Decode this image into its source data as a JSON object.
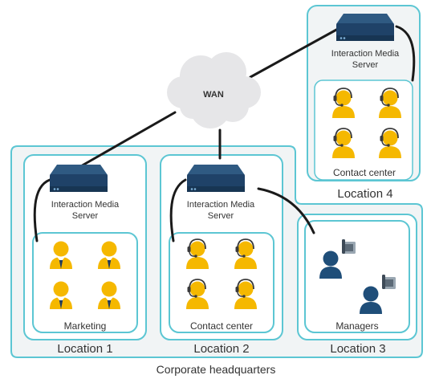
{
  "diagram": {
    "wan_label": "WAN",
    "server_label_line1": "Interaction Media",
    "server_label_line2": "Server",
    "groups": {
      "marketing": "Marketing",
      "contact_center": "Contact center",
      "managers": "Managers"
    },
    "locations": {
      "loc1": "Location 1",
      "loc2": "Location 2",
      "loc3": "Location 3",
      "loc4": "Location 4"
    },
    "headquarters_label": "Corporate headquarters"
  },
  "colors": {
    "frame": "#5cc6d3",
    "hq_fill": "#f2f5f6",
    "server": "#20456a",
    "agent": "#f5b800",
    "manager": "#1f4e79",
    "wan_cloud": "#e8e8ea",
    "link": "#1a1a1a"
  },
  "icons": {
    "server": "server-icon",
    "agent": "headset-agent-icon",
    "marketing": "suited-person-icon",
    "manager": "manager-phone-icon",
    "wan": "cloud-icon"
  }
}
